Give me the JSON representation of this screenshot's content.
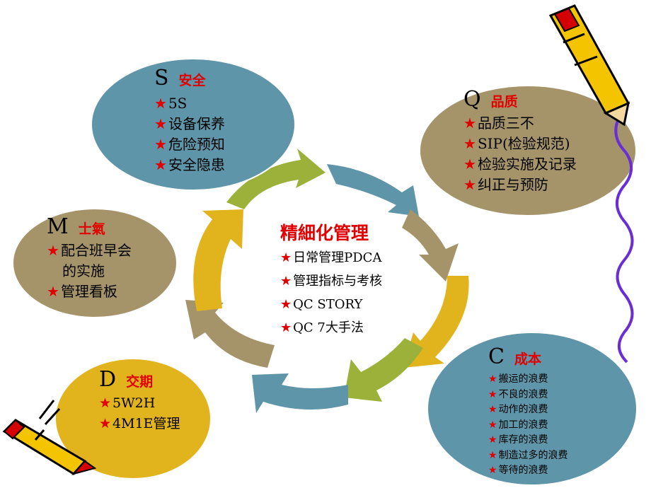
{
  "center": {
    "title": "精細化管理",
    "items": [
      "日常管理PDCA",
      "管理指标与考核",
      "QC STORY",
      "QC 7大手法"
    ]
  },
  "S": {
    "letter": "S",
    "category": "安全",
    "items": [
      "5S",
      "设备保养",
      "危险预知",
      "安全隐患"
    ]
  },
  "Q": {
    "letter": "Q",
    "category": "品质",
    "items": [
      "品质三不",
      "SIP(检验规范)",
      "检验实施及记录",
      "纠正与预防"
    ]
  },
  "M": {
    "letter": "M",
    "category": "士氣",
    "items": [
      "配合班早会",
      "的实施",
      "管理看板"
    ]
  },
  "D": {
    "letter": "D",
    "category": "交期",
    "items": [
      "5W2H",
      "4M1E管理"
    ]
  },
  "C": {
    "letter": "C",
    "category": "成本",
    "items": [
      "搬运的浪费",
      "不良的浪费",
      "动作的浪费",
      "加工的浪费",
      "库存的浪费",
      "制造过多的浪费",
      "等待的浪费"
    ]
  },
  "bullet": "★",
  "colors": {
    "teal": "#5f95a8",
    "olive": "#a5946a",
    "gold": "#e1b31d",
    "green": "#9bb13a",
    "red": "#e00000"
  }
}
